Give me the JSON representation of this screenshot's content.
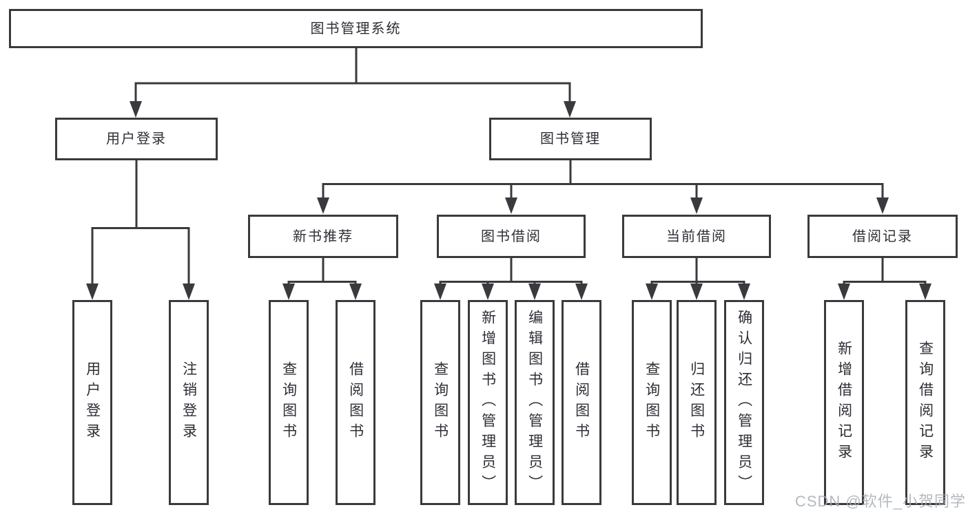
{
  "diagram_type": "hierarchy-tree",
  "nodes": {
    "root": "图书管理系统",
    "user_login": "用户登录",
    "book_management": "图书管理",
    "new_book_recommend": "新书推荐",
    "book_borrow": "图书借阅",
    "current_borrow": "当前借阅",
    "borrow_record": "借阅记录",
    "ul_leaves": [
      "用户登录",
      "注销登录"
    ],
    "nb_leaves": [
      "查询图书",
      "借阅图书"
    ],
    "bb_leaves": [
      "查询图书",
      "新增图书（管理员）",
      "编辑图书（管理员）",
      "借阅图书"
    ],
    "cb_leaves": [
      "查询图书",
      "归还图书",
      "确认归还（管理员）"
    ],
    "br_leaves": [
      "新增借阅记录",
      "查询借阅记录"
    ]
  },
  "edges": [
    {
      "parent": "图书管理系统",
      "children": [
        "用户登录",
        "图书管理"
      ]
    },
    {
      "parent": "用户登录",
      "children": [
        "用户登录",
        "注销登录"
      ]
    },
    {
      "parent": "图书管理",
      "children": [
        "新书推荐",
        "图书借阅",
        "当前借阅",
        "借阅记录"
      ]
    },
    {
      "parent": "新书推荐",
      "children": [
        "查询图书",
        "借阅图书"
      ]
    },
    {
      "parent": "图书借阅",
      "children": [
        "查询图书",
        "新增图书（管理员）",
        "编辑图书（管理员）",
        "借阅图书"
      ]
    },
    {
      "parent": "当前借阅",
      "children": [
        "查询图书",
        "归还图书",
        "确认归还（管理员）"
      ]
    },
    {
      "parent": "借阅记录",
      "children": [
        "新增借阅记录",
        "查询借阅记录"
      ]
    }
  ],
  "watermark": {
    "text": "CSDN @软件_小贺同学"
  },
  "colors": {
    "line": "#3a3a3e",
    "box_border": "#3a3a3e",
    "box_fill": "#ffffff",
    "text": "#2e2e36",
    "background": "#ffffff",
    "watermark": "#a8adb3"
  }
}
